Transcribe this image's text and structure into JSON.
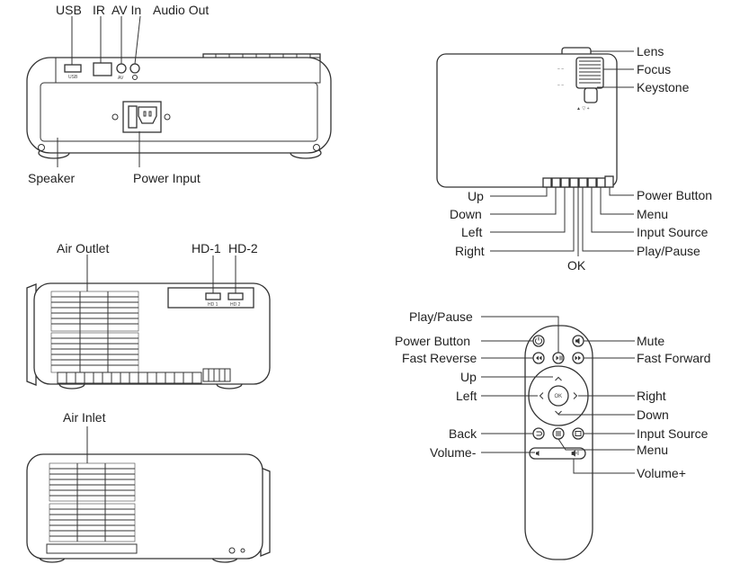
{
  "colors": {
    "line": "#333333",
    "text": "#222222",
    "background": "#ffffff"
  },
  "rear_view": {
    "labels": {
      "usb": "USB",
      "ir": "IR",
      "av_in": "AV In",
      "audio_out": "Audio Out",
      "speaker": "Speaker",
      "power_input": "Power Input"
    },
    "port_marks": {
      "usb": "USB",
      "av": "AV"
    }
  },
  "side_outlet_view": {
    "labels": {
      "air_outlet": "Air Outlet",
      "hd1": "HD-1",
      "hd2": "HD-2"
    },
    "port_marks": {
      "hd1": "HD 1",
      "hd2": "HD 2"
    }
  },
  "side_inlet_view": {
    "labels": {
      "air_inlet": "Air Inlet"
    }
  },
  "top_view": {
    "labels": {
      "lens": "Lens",
      "focus": "Focus",
      "keystone": "Keystone",
      "up": "Up",
      "down": "Down",
      "left": "Left",
      "right": "Right",
      "ok": "OK",
      "power_button": "Power Button",
      "menu": "Menu",
      "input_source": "Input Source",
      "play_pause": "Play/Pause"
    },
    "lens_marks": {
      "top_small": "− −",
      "mid_small": "− −",
      "bottom_small": "▲ ▽ +"
    }
  },
  "remote": {
    "labels": {
      "play_pause": "Play/Pause",
      "power_button": "Power Button",
      "fast_reverse": "Fast Reverse",
      "up": "Up",
      "left": "Left",
      "back": "Back",
      "volume_minus": "Volume-",
      "mute": "Mute",
      "fast_forward": "Fast Forward",
      "right": "Right",
      "down": "Down",
      "input_source": "Input Source",
      "menu": "Menu",
      "volume_plus": "Volume+"
    },
    "ok_key": "OK"
  }
}
